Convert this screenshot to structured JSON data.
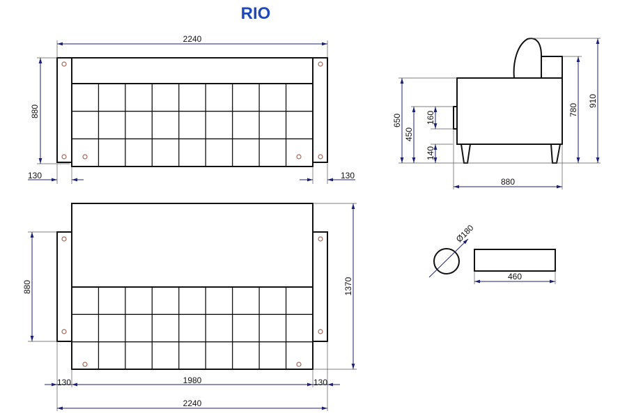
{
  "title": "RIO",
  "top_view": {
    "width_total": "2240",
    "depth": "880",
    "arm_left": "130",
    "arm_right": "130"
  },
  "side_view": {
    "seat_height": "650",
    "arm_height": "450",
    "arm_pad": "160",
    "leg_height": "140",
    "depth": "880",
    "back_height": "780",
    "total_height": "910"
  },
  "bed_view": {
    "depth_folded": "880",
    "depth_unfolded": "1370",
    "arm_left": "130",
    "sleep_width": "1980",
    "arm_right": "130",
    "width_total": "2240"
  },
  "bolster": {
    "diameter": "Ø180",
    "length": "460"
  },
  "colors": {
    "title": "#1f49b8",
    "dimension": "#1d2270"
  }
}
